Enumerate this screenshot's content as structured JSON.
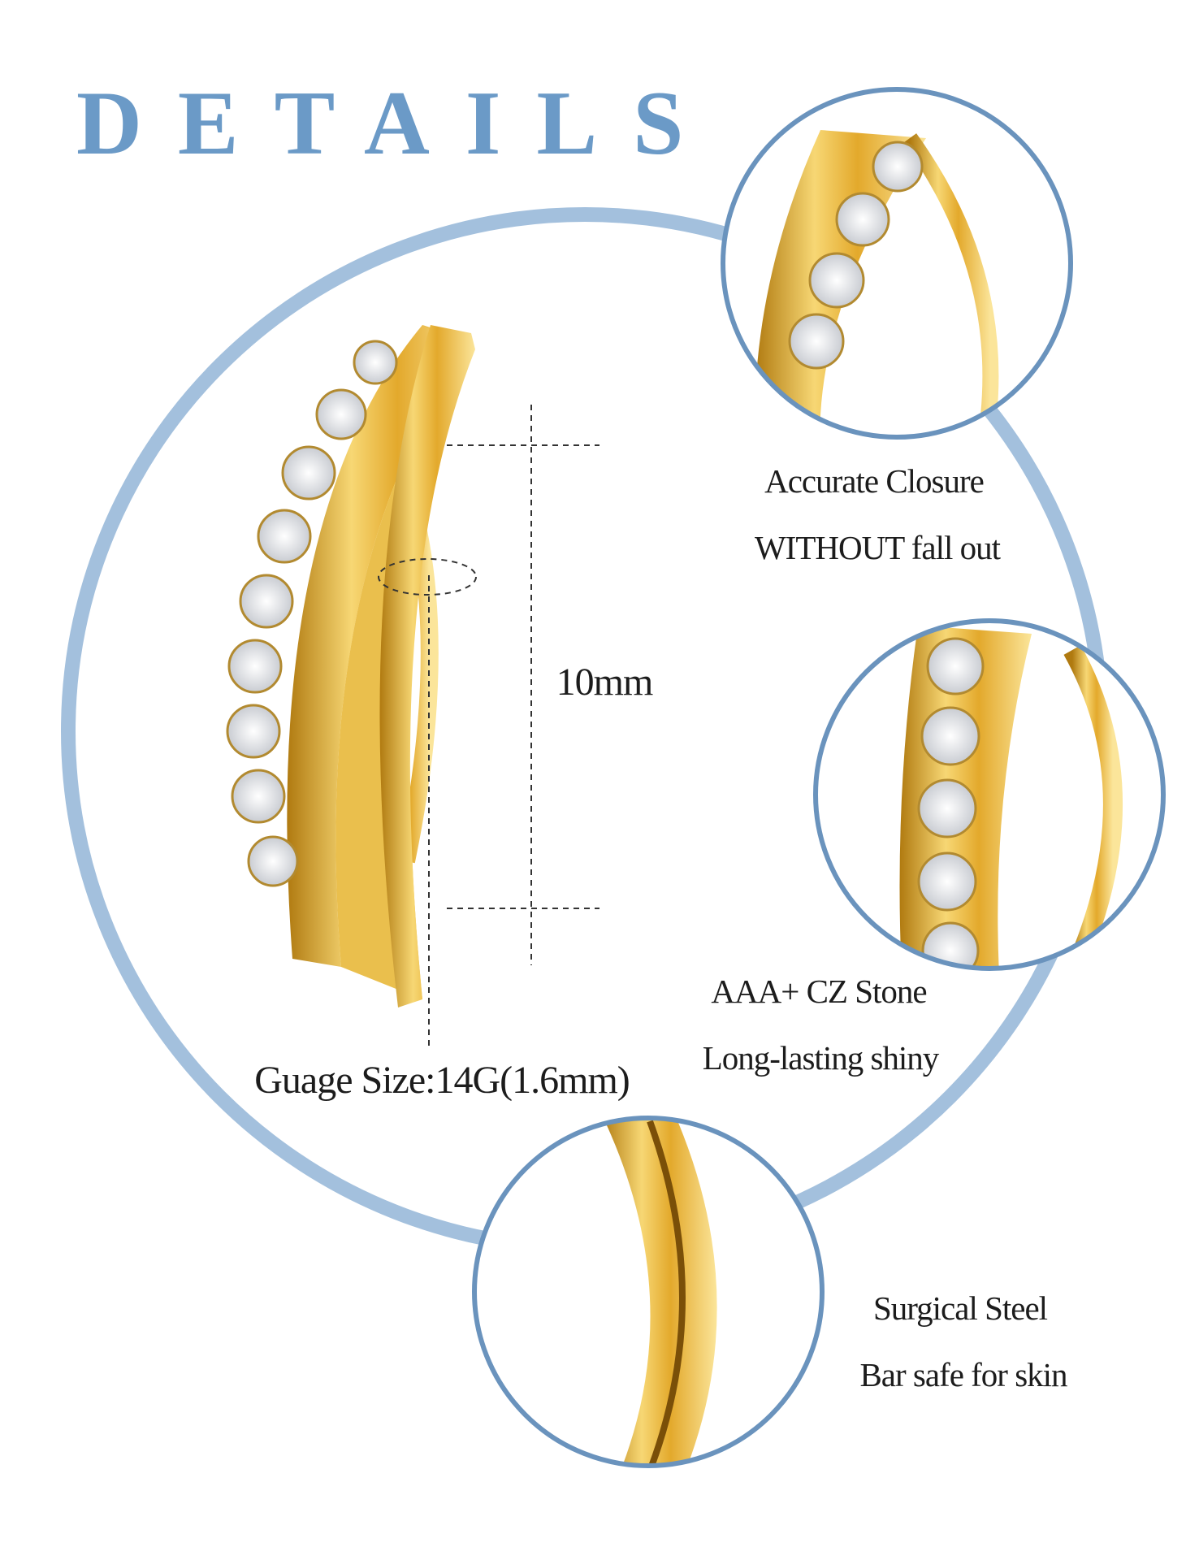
{
  "title": "DETAILS",
  "dimension_label": "10mm",
  "gauge_label": "Guage Size:14G(1.6mm)",
  "features": [
    {
      "line1": "Accurate Closure",
      "line2": "WITHOUT fall out"
    },
    {
      "line1": "AAA+ CZ Stone",
      "line2": "Long-lasting shiny"
    },
    {
      "line1": "Surgical Steel",
      "line2": "Bar safe for skin"
    }
  ],
  "colors": {
    "accent": "#6b9ac7",
    "ring_outline": "#a3c0dd",
    "detail_circle": "#6a93bd",
    "gold": "#e8b83a"
  }
}
